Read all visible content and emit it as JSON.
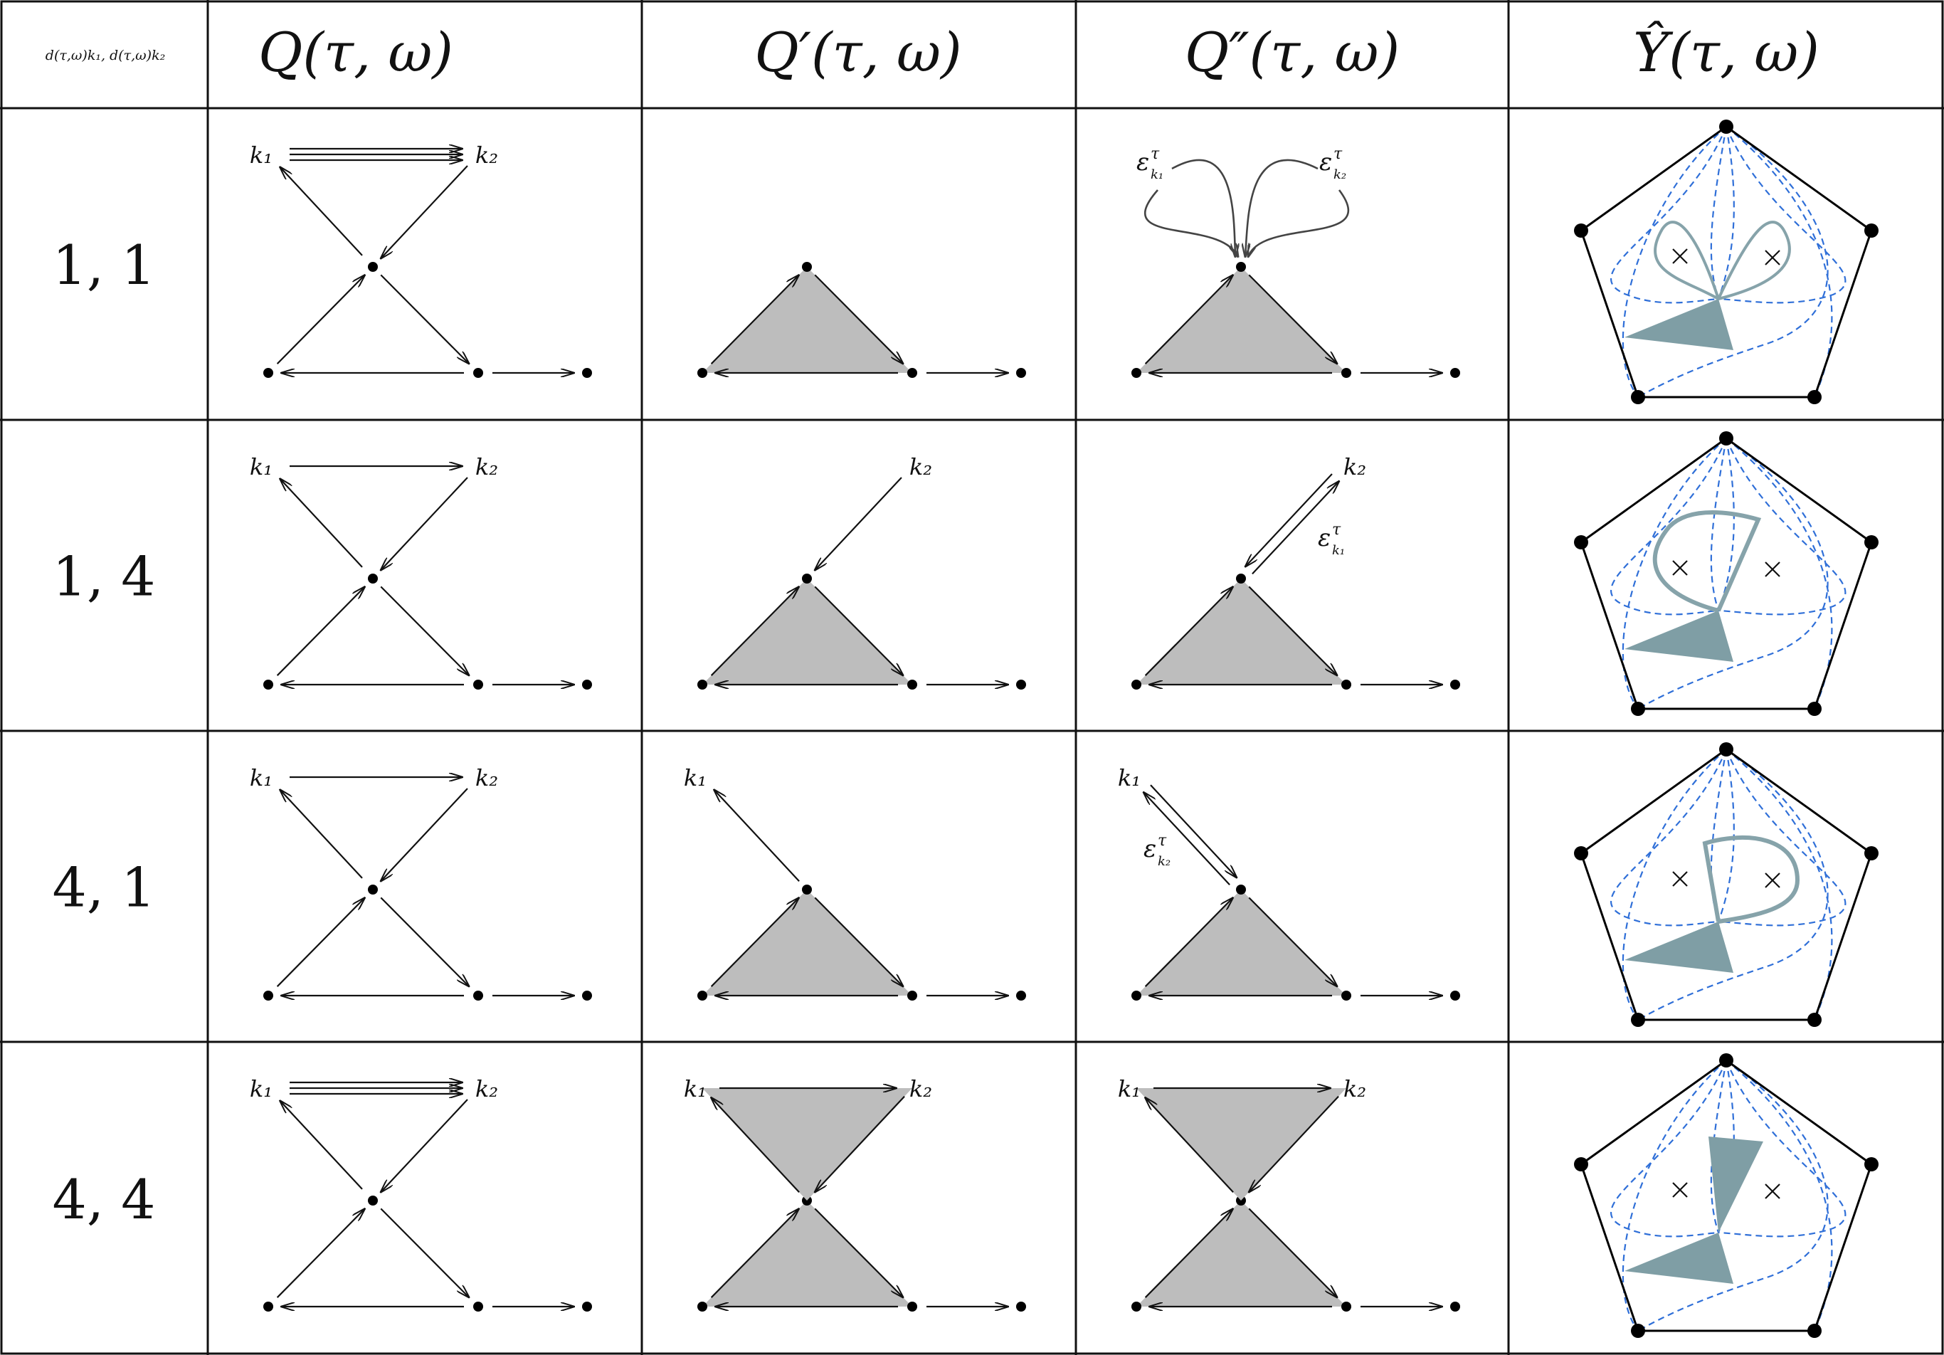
{
  "header": {
    "corner": "d(τ,ω)k₁, d(τ,ω)k₂",
    "col_q": "Q(τ, ω)",
    "col_qp": "Q′(τ, ω)",
    "col_qpp": "Q″(τ, ω)",
    "col_y": "Ŷ(τ, ω)"
  },
  "vertex_labels": {
    "k1": "k₁",
    "k2": "k₂"
  },
  "eps": {
    "base": "ε",
    "sup": "τ",
    "sub_k1": "k₁",
    "sub_k2": "k₂"
  },
  "rows": [
    {
      "label": "1, 1",
      "case": "11"
    },
    {
      "label": "1, 4",
      "case": "14"
    },
    {
      "label": "4, 1",
      "case": "41"
    },
    {
      "label": "4, 4",
      "case": "44"
    }
  ],
  "colors": {
    "triangle_fill": "#bdbdbd",
    "arc": "#86a3aa",
    "wedge": "#7f9ea5",
    "dashed": "#2f6fd8"
  }
}
